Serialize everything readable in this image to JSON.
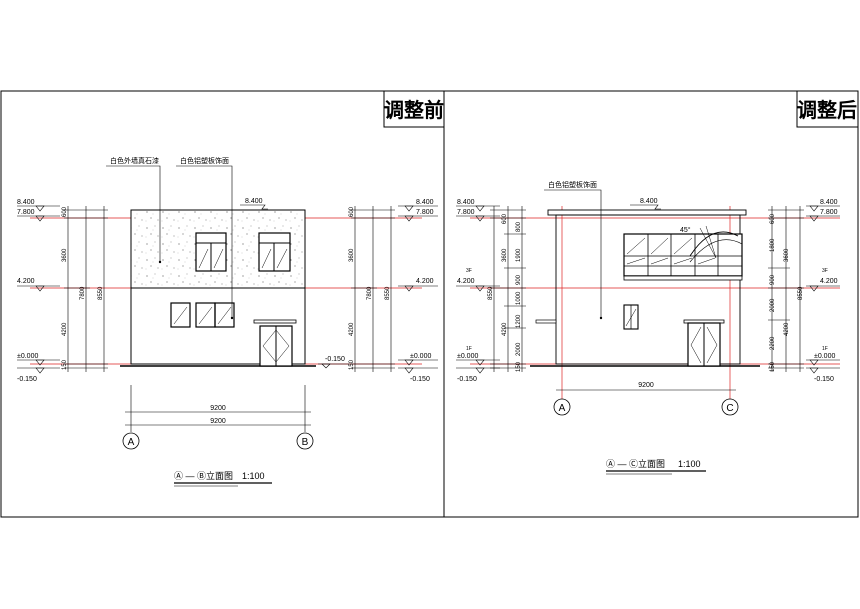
{
  "left": {
    "tag": "调整前",
    "labels": {
      "facade_paint": "白色外墙真石漆",
      "aluminum": "白色铝塑板饰面"
    },
    "elev_left": {
      "e840": "8.400",
      "e780": "7.800",
      "e420": "4.200",
      "e000": "±0.000",
      "em015": "-0.150"
    },
    "elev_right": {
      "e840": "8.400",
      "e780": "7.800",
      "e420": "4.200",
      "e000": "±0.000",
      "em015": "-0.150"
    },
    "roof_elev": "8.400",
    "ground_elev": "-0.150",
    "dims_outer_left": [
      "600",
      "3600",
      "4200",
      "150"
    ],
    "dims_total_left": [
      "7800",
      "8550"
    ],
    "dims_outer_right": [
      "600",
      "3600",
      "4200",
      "150"
    ],
    "dims_total_right": [
      "7800",
      "8550"
    ],
    "width_dims": [
      "9200",
      "9200"
    ],
    "axes": [
      "A",
      "B"
    ],
    "title": "Ⓐ — Ⓑ立面图",
    "scale": "1:100"
  },
  "right": {
    "tag": "调整后",
    "labels": {
      "aluminum": "白色铝塑板饰面"
    },
    "elev_left": {
      "e840": "8.400",
      "e780": "7.800",
      "e420": "4.200",
      "e000": "±0.000",
      "em015": "-0.150"
    },
    "elev_right": {
      "e840": "8.400",
      "e780": "7.800",
      "e420": "4.200",
      "e000": "±0.000",
      "em015": "-0.150"
    },
    "roof_elev": "8.400",
    "angle": "45°",
    "dims_fine_left": [
      "600",
      "800",
      "1900",
      "900",
      "1000",
      "1200",
      "2000",
      "150"
    ],
    "dims_mid_left": [
      "3600",
      "4200"
    ],
    "dims_total_left": "8550",
    "dims_fine_right": [
      "600",
      "1800",
      "900",
      "2000",
      "2200",
      "150"
    ],
    "dims_mid_right": [
      "3600",
      "4200"
    ],
    "dims_total_right": "8550",
    "floor_marks": [
      "3F",
      "1F",
      "3F",
      "1F"
    ],
    "width_dim": "9200",
    "axes": [
      "A",
      "C"
    ],
    "title": "Ⓐ — Ⓒ立面图",
    "scale": "1:100"
  }
}
